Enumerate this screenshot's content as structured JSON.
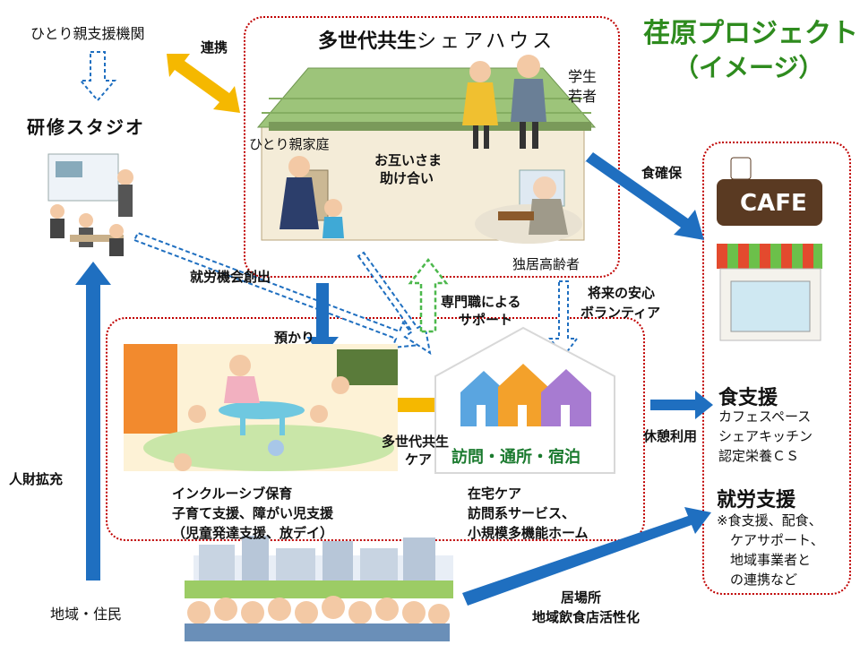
{
  "project_title": "荏原プロジェクト",
  "project_subtitle": "（イメージ）",
  "single_parent_org": "ひとり親支援機関",
  "studio_title": "研修スタジオ",
  "share_house_title_bold": "多世代共生",
  "share_house_title_rest": "シェアハウス",
  "student_label": "学生",
  "youth_label": "若者",
  "single_parent_family": "ひとり親家庭",
  "mutual_help_1": "お互いさま",
  "mutual_help_2": "助け合い",
  "elderly_alone": "独居高齢者",
  "cooperation": "連携",
  "food_security": "食確保",
  "employment_creation": "就労機会創出",
  "daycare": "預かり",
  "professional_support_1": "専門職による",
  "professional_support_2": "サポート",
  "future_security_1": "将来の安心",
  "future_security_2": "ボランティア",
  "multi_gen_care_1": "多世代共生",
  "multi_gen_care_2": "ケア",
  "care_home_sign": "訪問・通所・宿泊",
  "rest_use": "休憩利用",
  "inclusive_care": [
    "インクルーシブ保育",
    "子育て支援、障がい児支援",
    "（児童発達支援、放デイ）"
  ],
  "home_care": [
    "在宅ケア",
    "訪問系サービス、",
    "小規模多機能ホーム"
  ],
  "cafe_sign": "CAFE",
  "food_support_title": "食支援",
  "food_support_items": [
    "カフェスペース",
    "シェアキッチン",
    "認定栄養ＣＳ"
  ],
  "work_support_title": "就労支援",
  "work_support_items": [
    "※食支援、配食、",
    "　ケアサポート、",
    "　地域事業者と",
    "　の連携など"
  ],
  "human_resources": "人財拡充",
  "community": "地域・住民",
  "place_1": "居場所",
  "place_2": "地域飲食店活性化",
  "colors": {
    "title_green": "#2e8b1e",
    "dotted_red": "#c00000",
    "arrow_blue": "#1f6fc0",
    "arrow_orange": "#f5b800",
    "arrow_green": "#4cb84c"
  }
}
